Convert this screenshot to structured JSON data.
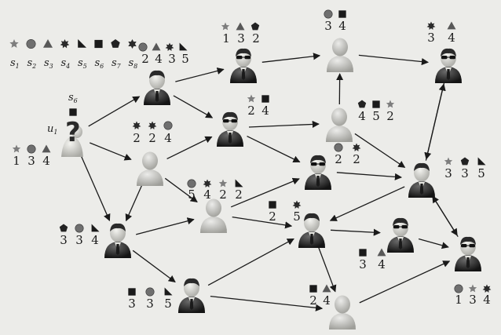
{
  "legend": {
    "items": [
      {
        "id": "s1",
        "shape": "star"
      },
      {
        "id": "s2",
        "shape": "circle"
      },
      {
        "id": "s3",
        "shape": "triangle"
      },
      {
        "id": "s4",
        "shape": "burst"
      },
      {
        "id": "s5",
        "shape": "wedge"
      },
      {
        "id": "s6",
        "shape": "square"
      },
      {
        "id": "s7",
        "shape": "pentagon"
      },
      {
        "id": "s8",
        "shape": "hexstar"
      }
    ],
    "labels": [
      "s1",
      "s2",
      "s3",
      "s4",
      "s5",
      "s6",
      "s7",
      "s8"
    ]
  },
  "query_user": {
    "label": "u1",
    "question_mark": "?",
    "query_tag": "s6",
    "tag_numbers": [
      "1",
      "3",
      "4"
    ]
  },
  "users": [
    {
      "id": "a",
      "style": "suit",
      "numbers": [
        "2",
        "4",
        "3",
        "5"
      ]
    },
    {
      "id": "b",
      "style": "glasses",
      "numbers": [
        "1",
        "3",
        "2"
      ]
    },
    {
      "id": "c",
      "style": "pale",
      "numbers": [
        "3",
        "4"
      ]
    },
    {
      "id": "d",
      "style": "glasses",
      "numbers": [
        "3",
        "4"
      ]
    },
    {
      "id": "e",
      "style": "glasses",
      "numbers": [
        "2",
        "4"
      ]
    },
    {
      "id": "f",
      "style": "pale",
      "numbers": [
        "4",
        "5",
        "2"
      ]
    },
    {
      "id": "g",
      "style": "pale",
      "numbers": [
        "2",
        "2",
        "4"
      ]
    },
    {
      "id": "h",
      "style": "glasses",
      "numbers": [
        "2",
        "2"
      ]
    },
    {
      "id": "i",
      "style": "suit",
      "numbers": [
        "3",
        "3",
        "5"
      ]
    },
    {
      "id": "j",
      "style": "pale",
      "numbers": [
        "5",
        "4",
        "2",
        "2"
      ]
    },
    {
      "id": "k",
      "style": "suit",
      "numbers": [
        "3",
        "3",
        "4"
      ]
    },
    {
      "id": "l",
      "style": "suit",
      "numbers": [
        "2",
        "5"
      ]
    },
    {
      "id": "m",
      "style": "glasses",
      "numbers": [
        "3",
        "4"
      ]
    },
    {
      "id": "n",
      "style": "glasses",
      "numbers": [
        "1",
        "3",
        "4"
      ]
    },
    {
      "id": "o",
      "style": "suit",
      "numbers": [
        "3",
        "3",
        "5"
      ]
    },
    {
      "id": "p",
      "style": "pale",
      "numbers": [
        "2",
        "4"
      ]
    }
  ],
  "colors": {
    "ink": "#1a1a1a",
    "suit": "#2b2b2b",
    "pale_body": "#c7c7c2",
    "skin": "#d6d6d0",
    "paper": "#ecece9",
    "background_text": "#c9c9c4"
  }
}
